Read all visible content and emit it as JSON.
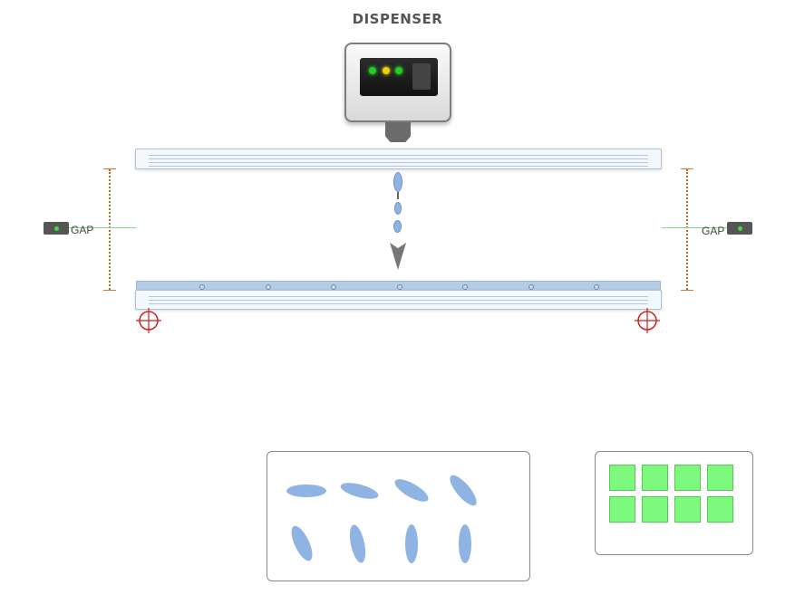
{
  "title": "DISPENSER",
  "left_gap_label": "GAP",
  "right_gap_label": "GAP",
  "dispenser": {
    "leds": [
      "#22cc22",
      "#e6d400",
      "#22cc22"
    ]
  },
  "colors": {
    "plate": "#f3f8fc",
    "carrier": "#b3cde6",
    "droplet": "#8fb4e3",
    "gap_marker": "#b36b2a",
    "fiducial": "#cc2222",
    "pixel_green": "#7dfa7d"
  },
  "icons": [
    "fiducial-crosshair-icon",
    "gap-sensor-icon",
    "down-arrow-icon"
  ]
}
